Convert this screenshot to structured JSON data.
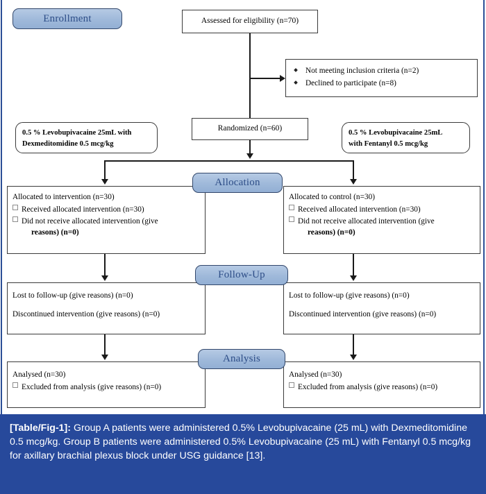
{
  "figure": {
    "type": "consort-flow-diagram",
    "stages": [
      {
        "key": "enrollment",
        "label": "Enrollment"
      },
      {
        "key": "allocation",
        "label": "Allocation"
      },
      {
        "key": "followup",
        "label": "Follow-Up"
      },
      {
        "key": "analysis",
        "label": "Analysis"
      }
    ],
    "enrollment": {
      "assessed": "Assessed for eligibility (n=70)",
      "excluded_items": [
        "Not meeting inclusion criteria (n=2)",
        "Declined to participate (n=8)"
      ],
      "randomized": "Randomized (n=60)"
    },
    "groups": {
      "left_drug_line1": "0.5 % Levobupivacaine 25mL with",
      "left_drug_line2": "Dexmeditomidine 0.5 mcg/kg",
      "right_drug_line1": "0.5 % Levobupivacaine 25mL",
      "right_drug_line2": "with Fentanyl 0.5 mcg/kg"
    },
    "allocation": {
      "left_header": "Allocated to intervention (n=30)",
      "left_items": [
        {
          "text": "Received allocated intervention (n=30)",
          "cont": ""
        },
        {
          "text": "Did not receive allocated intervention (give",
          "cont": "reasons) (n=0)"
        }
      ],
      "right_header": "Allocated to control (n=30)",
      "right_items": [
        {
          "text": "Received allocated intervention (n=30)",
          "cont": ""
        },
        {
          "text": "Did not receive allocated intervention (give",
          "cont": "reasons) (n=0)"
        }
      ]
    },
    "followup": {
      "left_line1": "Lost to follow-up (give reasons) (n=0)",
      "left_line2": "Discontinued intervention (give reasons) (n=0)",
      "right_line1": "Lost to follow-up (give reasons) (n=0)",
      "right_line2": "Discontinued intervention (give reasons) (n=0)"
    },
    "analysis": {
      "left_header": "Analysed (n=30)",
      "left_item": "Excluded from analysis (give reasons) (n=0)",
      "right_header": "Analysed (n=30)",
      "right_item": "Excluded from analysis (give reasons) (n=0)"
    }
  },
  "caption": {
    "tag": "[Table/Fig-1]:",
    "text": " Group A patients were administered 0.5% Levobupivacaine (25 mL) with Dexmeditomidine 0.5 mcg/kg. Group B patients were administered 0.5% Levobupivacaine (25 mL) with Fentanyl 0.5 mcg/kg for axillary brachial plexus block under USG guidance [13]."
  },
  "colors": {
    "badge_fill": "#9fb9da",
    "badge_text": "#2d4d87",
    "caption_bg": "#27499b",
    "caption_text": "#ffffff",
    "frame": "#2b4f96",
    "box_border": "#3a3a3a"
  }
}
